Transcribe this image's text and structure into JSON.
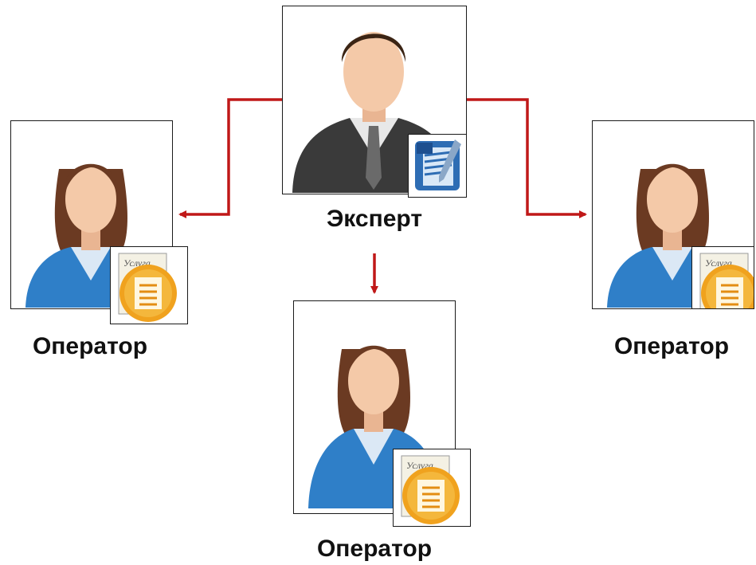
{
  "expert": {
    "label": "Эксперт",
    "badge_icon": "word-document-icon"
  },
  "operators": [
    {
      "id": "left",
      "label": "Оператор",
      "badge_icon": "service-document-icon",
      "badge_text": "Услуга"
    },
    {
      "id": "center",
      "label": "Оператор",
      "badge_icon": "service-document-icon",
      "badge_text": "Услуга"
    },
    {
      "id": "right",
      "label": "Оператор",
      "badge_icon": "service-document-icon",
      "badge_text": "Услуга"
    }
  ],
  "colors": {
    "connector": "#c01818",
    "suit_male": "#3a3a3a",
    "suit_female": "#2f7fc8",
    "hair_male": "#3b2414",
    "hair_female": "#6b3a22",
    "skin": "#f4c9a8",
    "badge_orange": "#f0a21e",
    "word_blue": "#2e6db4"
  }
}
